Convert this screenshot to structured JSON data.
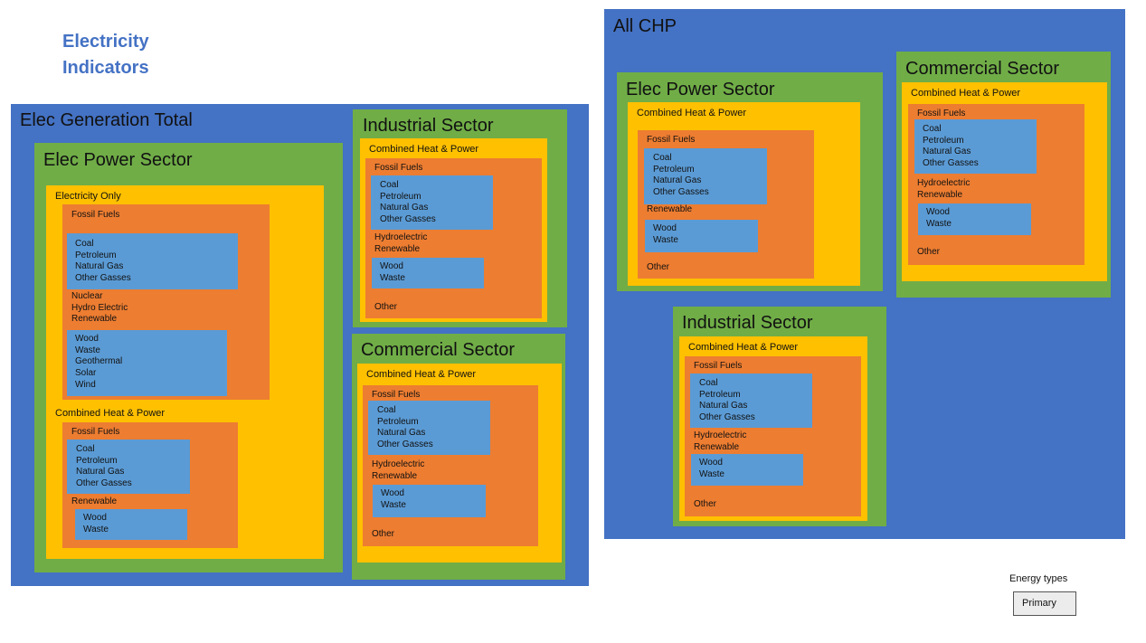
{
  "title": "Electricity\nIndicators",
  "colors": {
    "level1": "#4472c4",
    "level2": "#70ad47",
    "level3": "#ffc000",
    "level4": "#ed7d31",
    "level5": "#5b9bd5",
    "title": "#4472c4"
  },
  "legend": {
    "heading": "Energy types",
    "items": [
      "Primary"
    ]
  },
  "elec_total": {
    "title": "Elec Generation Total",
    "power_sector": {
      "title": "Elec Power Sector",
      "electricity_only": {
        "title": "Electricity Only",
        "fossil_title": "Fossil Fuels",
        "fossil_items": "Coal\nPetroleum\nNatural Gas\nOther Gasses",
        "other_text": "Nuclear\nHydro Electric\nRenewable",
        "renew_items": "Wood\nWaste\nGeothermal\nSolar\nWind"
      },
      "chp": {
        "title": "Combined Heat & Power",
        "fossil_title": "Fossil Fuels",
        "fossil_items": "Coal\nPetroleum\nNatural Gas\nOther Gasses",
        "renew_title": "Renewable",
        "renew_items": "Wood\nWaste"
      }
    },
    "industrial": {
      "title": "Industrial Sector",
      "chp_title": "Combined Heat & Power",
      "fossil_title": "Fossil Fuels",
      "fossil_items": "Coal\nPetroleum\nNatural Gas\nOther Gasses",
      "renew_title": "Hydroelectric\nRenewable",
      "renew_items": "Wood\nWaste",
      "other": "Other"
    },
    "commercial": {
      "title": "Commercial Sector",
      "chp_title": "Combined Heat & Power",
      "fossil_title": "Fossil Fuels",
      "fossil_items": "Coal\nPetroleum\nNatural Gas\nOther Gasses",
      "renew_title": "Hydroelectric\nRenewable",
      "renew_items": "Wood\nWaste",
      "other": "Other"
    }
  },
  "all_chp": {
    "title": "All CHP",
    "power_sector": {
      "title": "Elec Power Sector",
      "chp_title": "Combined Heat & Power",
      "fossil_title": "Fossil Fuels",
      "fossil_items": "Coal\nPetroleum\nNatural Gas\nOther Gasses",
      "renew_title": "Renewable",
      "renew_items": "Wood\nWaste",
      "other": "Other"
    },
    "commercial": {
      "title": "Commercial Sector",
      "chp_title": "Combined Heat & Power",
      "fossil_title": "Fossil Fuels",
      "fossil_items": "Coal\nPetroleum\nNatural Gas\nOther Gasses",
      "renew_title": "Hydroelectric\nRenewable",
      "renew_items": "Wood\nWaste",
      "other": "Other"
    },
    "industrial": {
      "title": "Industrial Sector",
      "chp_title": "Combined Heat & Power",
      "fossil_title": "Fossil Fuels",
      "fossil_items": "Coal\nPetroleum\nNatural Gas\nOther Gasses",
      "renew_title": "Hydroelectric\nRenewable",
      "renew_items": "Wood\nWaste",
      "other": "Other"
    }
  }
}
